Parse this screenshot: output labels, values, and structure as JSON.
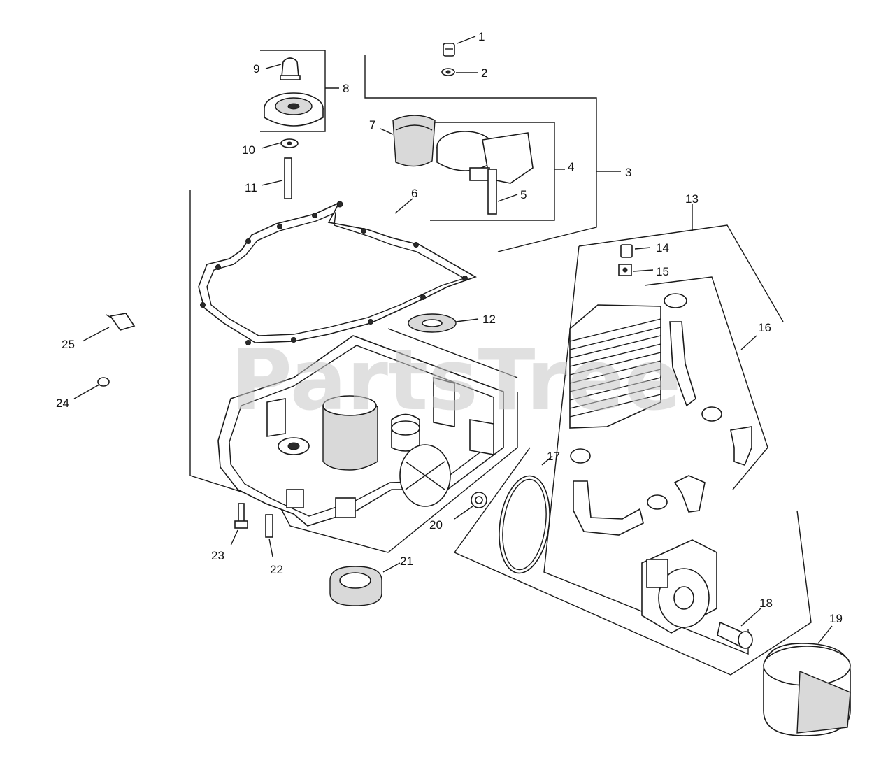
{
  "watermark": "PartsTree",
  "callouts": [
    {
      "id": "c1",
      "text": "1"
    },
    {
      "id": "c2",
      "text": "2"
    },
    {
      "id": "c3",
      "text": "3"
    },
    {
      "id": "c4",
      "text": "4"
    },
    {
      "id": "c5",
      "text": "5"
    },
    {
      "id": "c6",
      "text": "6"
    },
    {
      "id": "c7",
      "text": "7"
    },
    {
      "id": "c8",
      "text": "8"
    },
    {
      "id": "c9",
      "text": "9"
    },
    {
      "id": "c10",
      "text": "10"
    },
    {
      "id": "c11",
      "text": "11"
    },
    {
      "id": "c12",
      "text": "12"
    },
    {
      "id": "c13",
      "text": "13"
    },
    {
      "id": "c14",
      "text": "14"
    },
    {
      "id": "c15",
      "text": "15"
    },
    {
      "id": "c16",
      "text": "16"
    },
    {
      "id": "c17",
      "text": "17"
    },
    {
      "id": "c18",
      "text": "18"
    },
    {
      "id": "c19",
      "text": "19"
    },
    {
      "id": "c20",
      "text": "20"
    },
    {
      "id": "c21",
      "text": "21"
    },
    {
      "id": "c22",
      "text": "22"
    },
    {
      "id": "c23",
      "text": "23"
    },
    {
      "id": "c24",
      "text": "24"
    },
    {
      "id": "c25",
      "text": "25"
    }
  ]
}
